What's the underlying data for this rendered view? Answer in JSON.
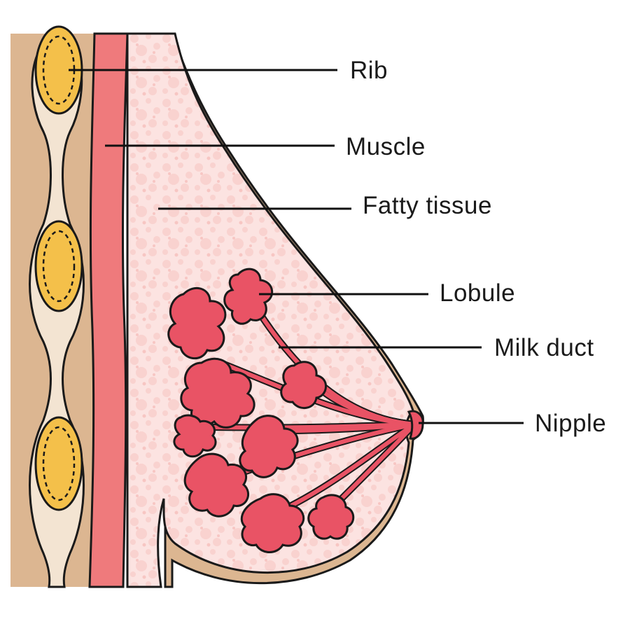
{
  "labels": {
    "rib": "Rib",
    "muscle": "Muscle",
    "fatty_tissue": "Fatty tissue",
    "lobule": "Lobule",
    "milk_duct": "Milk duct",
    "nipple": "Nipple"
  },
  "colors": {
    "skin": "#dcb691",
    "fat": "#fce3e1",
    "muscle": "#ef7a7c",
    "rib": "#f4c04a",
    "cartilage": "#f3e4d2",
    "lobule": "#e95365",
    "outline": "#1a1a1a"
  }
}
